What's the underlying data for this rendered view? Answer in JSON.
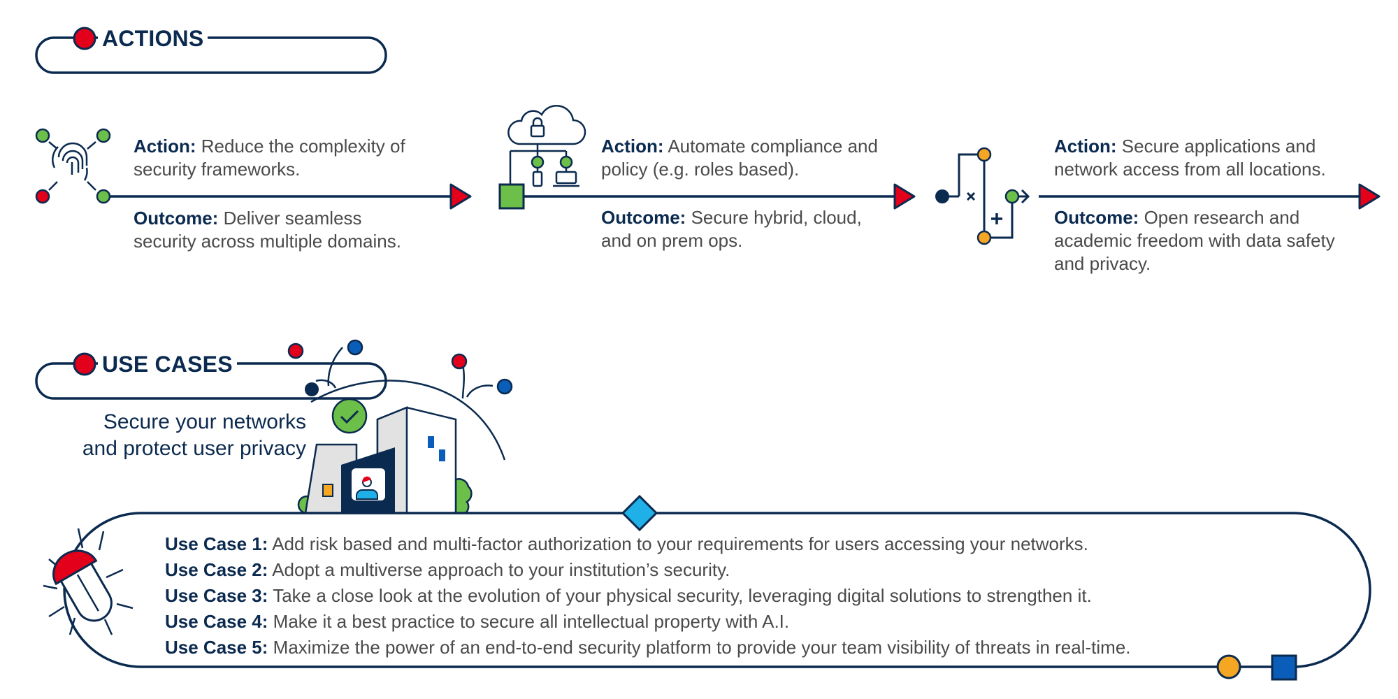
{
  "sections": {
    "actions_title": "ACTIONS",
    "use_cases_title": "USE CASES"
  },
  "actions": [
    {
      "action_label": "Action:",
      "action_text": "Reduce the complexity of security frameworks.",
      "outcome_label": "Outcome:",
      "outcome_text": "Deliver seamless security across multiple domains.",
      "icon": "fingerprint-icon"
    },
    {
      "action_label": "Action:",
      "action_text": "Automate compliance and policy (e.g. roles based).",
      "outcome_label": "Outcome:",
      "outcome_text": "Secure hybrid, cloud, and on prem ops.",
      "icon": "cloud-lock-network-icon"
    },
    {
      "action_label": "Action:",
      "action_text": "Secure applications and network access from all locations.",
      "outcome_label": "Outcome:",
      "outcome_text": "Open research and academic freedom with data safety and privacy.",
      "icon": "network-routing-icon"
    }
  ],
  "tagline": {
    "line1": "Secure your networks",
    "line2": "and protect user privacy"
  },
  "use_cases": [
    {
      "label": "Use Case 1:",
      "text": "Add risk based and multi-factor authorization to your requirements for users accessing your networks."
    },
    {
      "label": "Use Case 2:",
      "text": "Adopt a multiverse approach to your institution’s security."
    },
    {
      "label": "Use Case 3:",
      "text": "Take a close look at the evolution of your physical security, leveraging digital solutions to strengthen it."
    },
    {
      "label": "Use Case 4:",
      "text": "Make it a best practice to secure all intellectual property with A.I."
    },
    {
      "label": "Use Case 5:",
      "text": "Maximize the power of an end-to-end security platform to provide your team visibility of threats in real-time."
    }
  ],
  "colors": {
    "navy": "#0b2a4f",
    "red": "#e3001b",
    "green": "#6cc04a",
    "orange": "#f5a623",
    "blue": "#0a5db8",
    "cyan": "#1fb0e8",
    "gray_text": "#4a4a4a"
  }
}
